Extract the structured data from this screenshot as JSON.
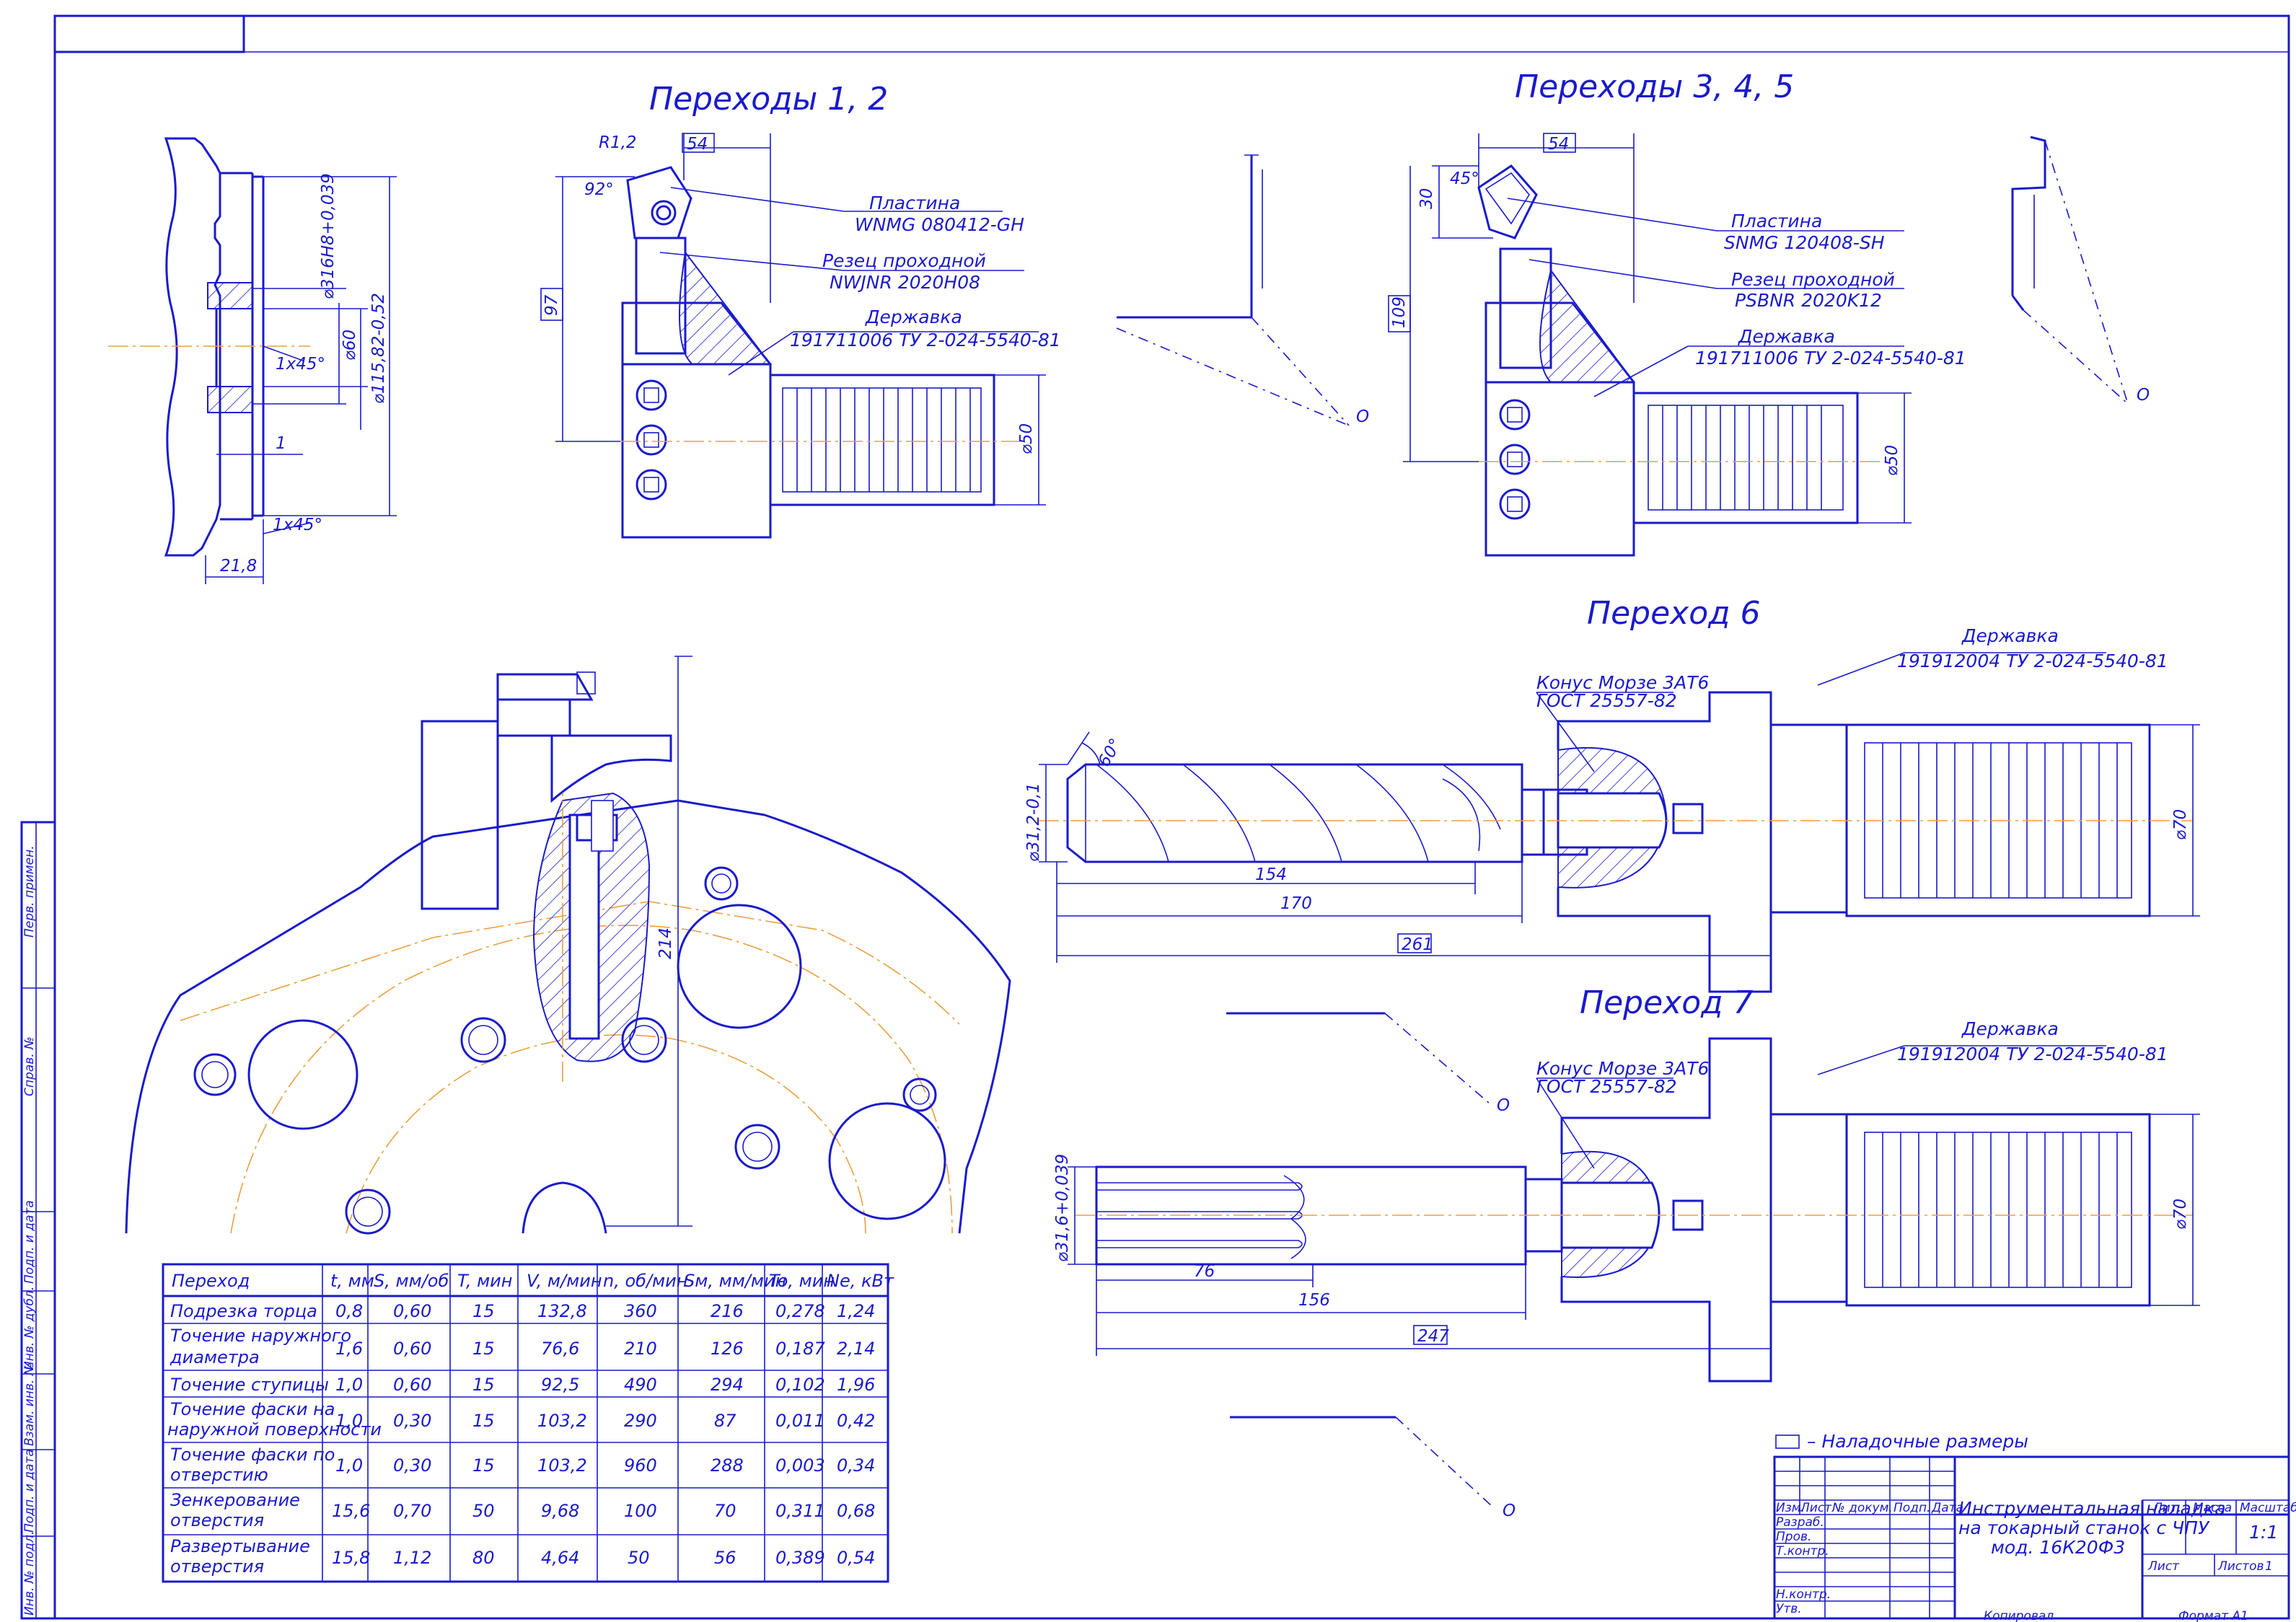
{
  "titles": {
    "t12": "Переходы 1, 2",
    "t345": "Переходы 3, 4, 5",
    "t6": "Переход 6",
    "t7": "Переход 7"
  },
  "callouts": {
    "plate1": "Пластина",
    "plate1_code": "WNMG 080412-GH",
    "cutter1": "Резец проходной",
    "cutter1_code": "NWJNR 2020H08",
    "holder1": "Державка",
    "holder1_code": "191711006 ТУ 2-024-5540-81",
    "plate2": "Пластина",
    "plate2_code": "SNMG 120408-SH",
    "cutter2": "Резец проходной",
    "cutter2_code": "PSBNR 2020K12",
    "holder2": "Державка",
    "holder2_code": "191711006 ТУ 2-024-5540-81",
    "holder6": "Державка",
    "holder6_code": "191912004 ТУ 2-024-5540-81",
    "cone6": "Конус Морзе 3АТ6",
    "cone6_std": "ГОСТ 25557-82",
    "holder7": "Державка",
    "holder7_code": "191912004 ТУ 2-024-5540-81",
    "cone7": "Конус Морзе 3АТ6",
    "cone7_std": "ГОСТ 25557-82"
  },
  "dims": {
    "part_d1": "⌀316Н8+0,039",
    "part_d2": "⌀60",
    "part_d3": "⌀115,82-0,52",
    "part_ch1": "1х45°",
    "part_ch2": "1х45°",
    "part_1": "1",
    "part_218": "21,8",
    "t1_54": "54",
    "t1_97": "97",
    "t1_r": "R1,2",
    "t1_ang": "92°",
    "t1_d50": "⌀50",
    "t2_54": "54",
    "t2_30": "30",
    "t2_ang": "45°",
    "t2_109": "109",
    "t2_d50": "⌀50",
    "t6_d": "⌀31,2-0,1",
    "t6_ang": "60°",
    "t6_154": "154",
    "t6_170": "170",
    "t6_261": "261",
    "t6_d70": "⌀70",
    "t7_d": "⌀31,6+0,039",
    "t7_76": "76",
    "t7_156": "156",
    "t7_247": "247",
    "t7_d70": "⌀70",
    "turret_214": "214",
    "point_o": "O"
  },
  "legend": {
    "text": "– Наладочные размеры"
  },
  "table": {
    "headers": [
      "Переход",
      "t, мм",
      "S, мм/об",
      "T, мин",
      "V, м/мин",
      "n, об/мин",
      "Sм, мм/мин",
      "To, мин",
      "Nе, кВт"
    ],
    "rows": [
      [
        "Подрезка торца",
        "0,8",
        "0,60",
        "15",
        "132,8",
        "360",
        "216",
        "0,278",
        "1,24"
      ],
      [
        "Точение наружного диаметра",
        "1,6",
        "0,60",
        "15",
        "76,6",
        "210",
        "126",
        "0,187",
        "2,14"
      ],
      [
        "Точение ступицы",
        "1,0",
        "0,60",
        "15",
        "92,5",
        "490",
        "294",
        "0,102",
        "1,96"
      ],
      [
        "Точение фаски на наружной поверхности",
        "1,0",
        "0,30",
        "15",
        "103,2",
        "290",
        "87",
        "0,011",
        "0,42"
      ],
      [
        "Точение фаски по отверстию",
        "1,0",
        "0,30",
        "15",
        "103,2",
        "960",
        "288",
        "0,003",
        "0,34"
      ],
      [
        "Зенкерование отверстия",
        "15,6",
        "0,70",
        "50",
        "9,68",
        "100",
        "70",
        "0,311",
        "0,68"
      ],
      [
        "Развертывание отверстия",
        "15,8",
        "1,12",
        "80",
        "4,64",
        "50",
        "56",
        "0,389",
        "0,54"
      ]
    ]
  },
  "title_block": {
    "title_line1": "Инструментальная наладка",
    "title_line2": "на токарный станок с ЧПУ",
    "title_line3": "мод. 16К20Ф3",
    "lit": "Лит.",
    "mass": "Масса",
    "scale_label": "Масштаб",
    "scale": "1:1",
    "sheet": "Лист",
    "sheets": "Листов",
    "sheets_n": "1",
    "hdr_izm": "Изм.",
    "hdr_list": "Лист",
    "hdr_doc": "№ докум.",
    "hdr_sign": "Подп.",
    "hdr_date": "Дата",
    "r_razrab": "Разраб.",
    "r_prov": "Пров.",
    "r_tkontr": "Т.контр.",
    "r_nkontr": "Н.контр.",
    "r_utv": "Утв.",
    "copied": "Копировал",
    "format": "Формат А1"
  },
  "side_stamp": [
    "Перв. примен.",
    "Справ. №",
    "Подп. и дата",
    "Инв. № дубл.",
    "Взам. инв. №",
    "Подп. и дата",
    "Инв. № подл."
  ]
}
